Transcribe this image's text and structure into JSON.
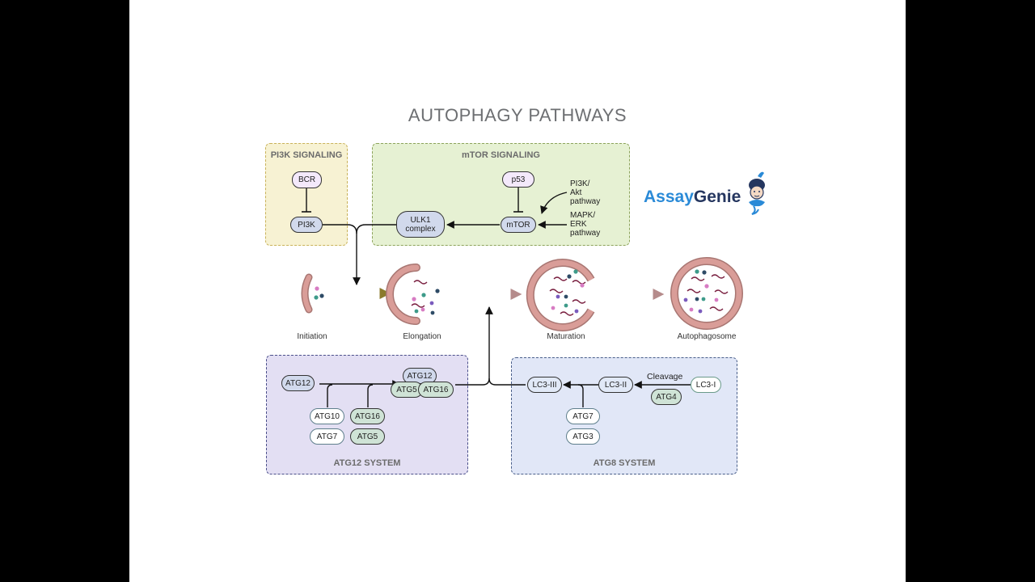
{
  "title": "AUTOPHAGY PATHWAYS",
  "panels": {
    "pi3k": "PI3K SIGNALING",
    "mtor": "mTOR SIGNALING",
    "atg12": "ATG12 SYSTEM",
    "atg8": "ATG8 SYSTEM"
  },
  "nodes": {
    "bcr": "BCR",
    "pi3k": "PI3K",
    "p53": "p53",
    "mtor": "mTOR",
    "ulk1": "ULK1\ncomplex",
    "atg12": "ATG12",
    "atg12_complex": "ATG12",
    "atg5_complex": "ATG5",
    "atg16_complex": "ATG16",
    "atg10": "ATG10",
    "atg16": "ATG16",
    "atg7_a": "ATG7",
    "atg5": "ATG5",
    "lc3_iii": "LC3-III",
    "lc3_ii": "LC3-II",
    "lc3_i": "LC3-I",
    "atg4": "ATG4",
    "atg7_b": "ATG7",
    "atg3": "ATG3"
  },
  "labels": {
    "pi3k_akt": "PI3K/\nAkt\npathway",
    "mapk_erk": "MAPK/\nERK\npathway",
    "cleavage": "Cleavage"
  },
  "stages": [
    "Initiation",
    "Elongation",
    "Maturation",
    "Autophagosome"
  ],
  "logo": {
    "part1": "Assay",
    "part2": "Genie",
    "icon": "genie-mascot-icon"
  },
  "colors": {
    "pi3k_panel_bg": "#f7f2d3",
    "pi3k_panel_border": "#c9b25a",
    "mtor_panel_bg": "#e6f1d3",
    "mtor_panel_border": "#8da35b",
    "atg12_panel_bg": "#e3dff3",
    "atg12_panel_border": "#4a4f8a",
    "atg8_panel_bg": "#e1e7f7",
    "atg8_panel_border": "#4a5f8a",
    "membrane": "#d99d98",
    "membrane_stroke": "#a87672",
    "olive_arrow": "#8b7a2c",
    "mauve_arrow": "#b58b8b"
  }
}
